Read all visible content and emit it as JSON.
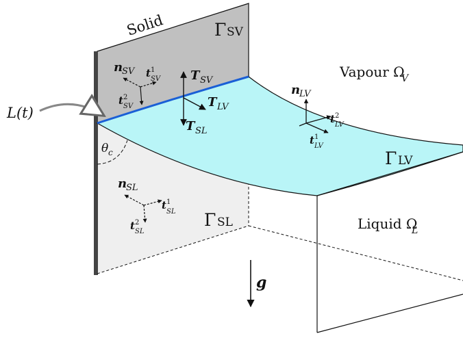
{
  "labels": {
    "solid": "Solid",
    "gamma": "Γ",
    "sv_sub": "SV",
    "lv_sub": "LV",
    "sl_sub": "SL",
    "vapour": "Vapour Ω",
    "vapour_sub": "V",
    "liquid": "Liquid Ω",
    "liquid_sub": "L",
    "contact_line": "L(t)",
    "theta": "θ",
    "theta_sub": "c",
    "gravity": "g",
    "n": "n",
    "T": "T",
    "t": "t",
    "sup1": "1",
    "sup2": "2"
  },
  "colors": {
    "solid_wall": "#c0c0c0",
    "solid_wall_lower": "#efefef",
    "liquid_surface": "#b9f5f7",
    "contact_line": "#1a5fd6",
    "wall_edge": "#444444",
    "ink": "#111111"
  },
  "icons": {
    "contact_line_pointer": "curved-arrow-icon"
  }
}
